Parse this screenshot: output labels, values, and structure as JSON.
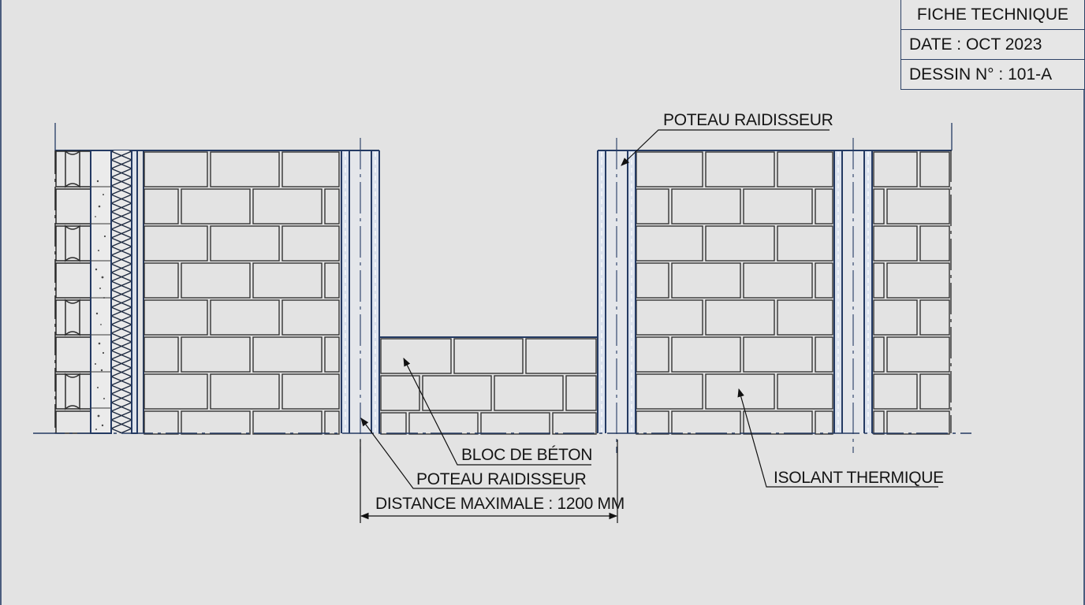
{
  "title_block": {
    "title": "FICHE TECHNIQUE",
    "date": "DATE : OCT 2023",
    "drawing_number": "DESSIN N° : 101-A"
  },
  "labels": {
    "poteau_top": "POTEAU RAIDISSEUR",
    "bloc_beton": "BLOC DE BÉTON",
    "poteau_bottom": "POTEAU RAIDISSEUR",
    "distance": "DISTANCE MAXIMALE : 1200 MM",
    "isolant": "ISOLANT THERMIQUE"
  },
  "dimension": {
    "value_mm": 1200,
    "label": "DISTANCE MAXIMALE : 1200 MM"
  },
  "colors": {
    "background": "#e3e3e3",
    "structure_line": "#243a63",
    "brick_line": "#3a3a3a",
    "text": "#151515"
  }
}
